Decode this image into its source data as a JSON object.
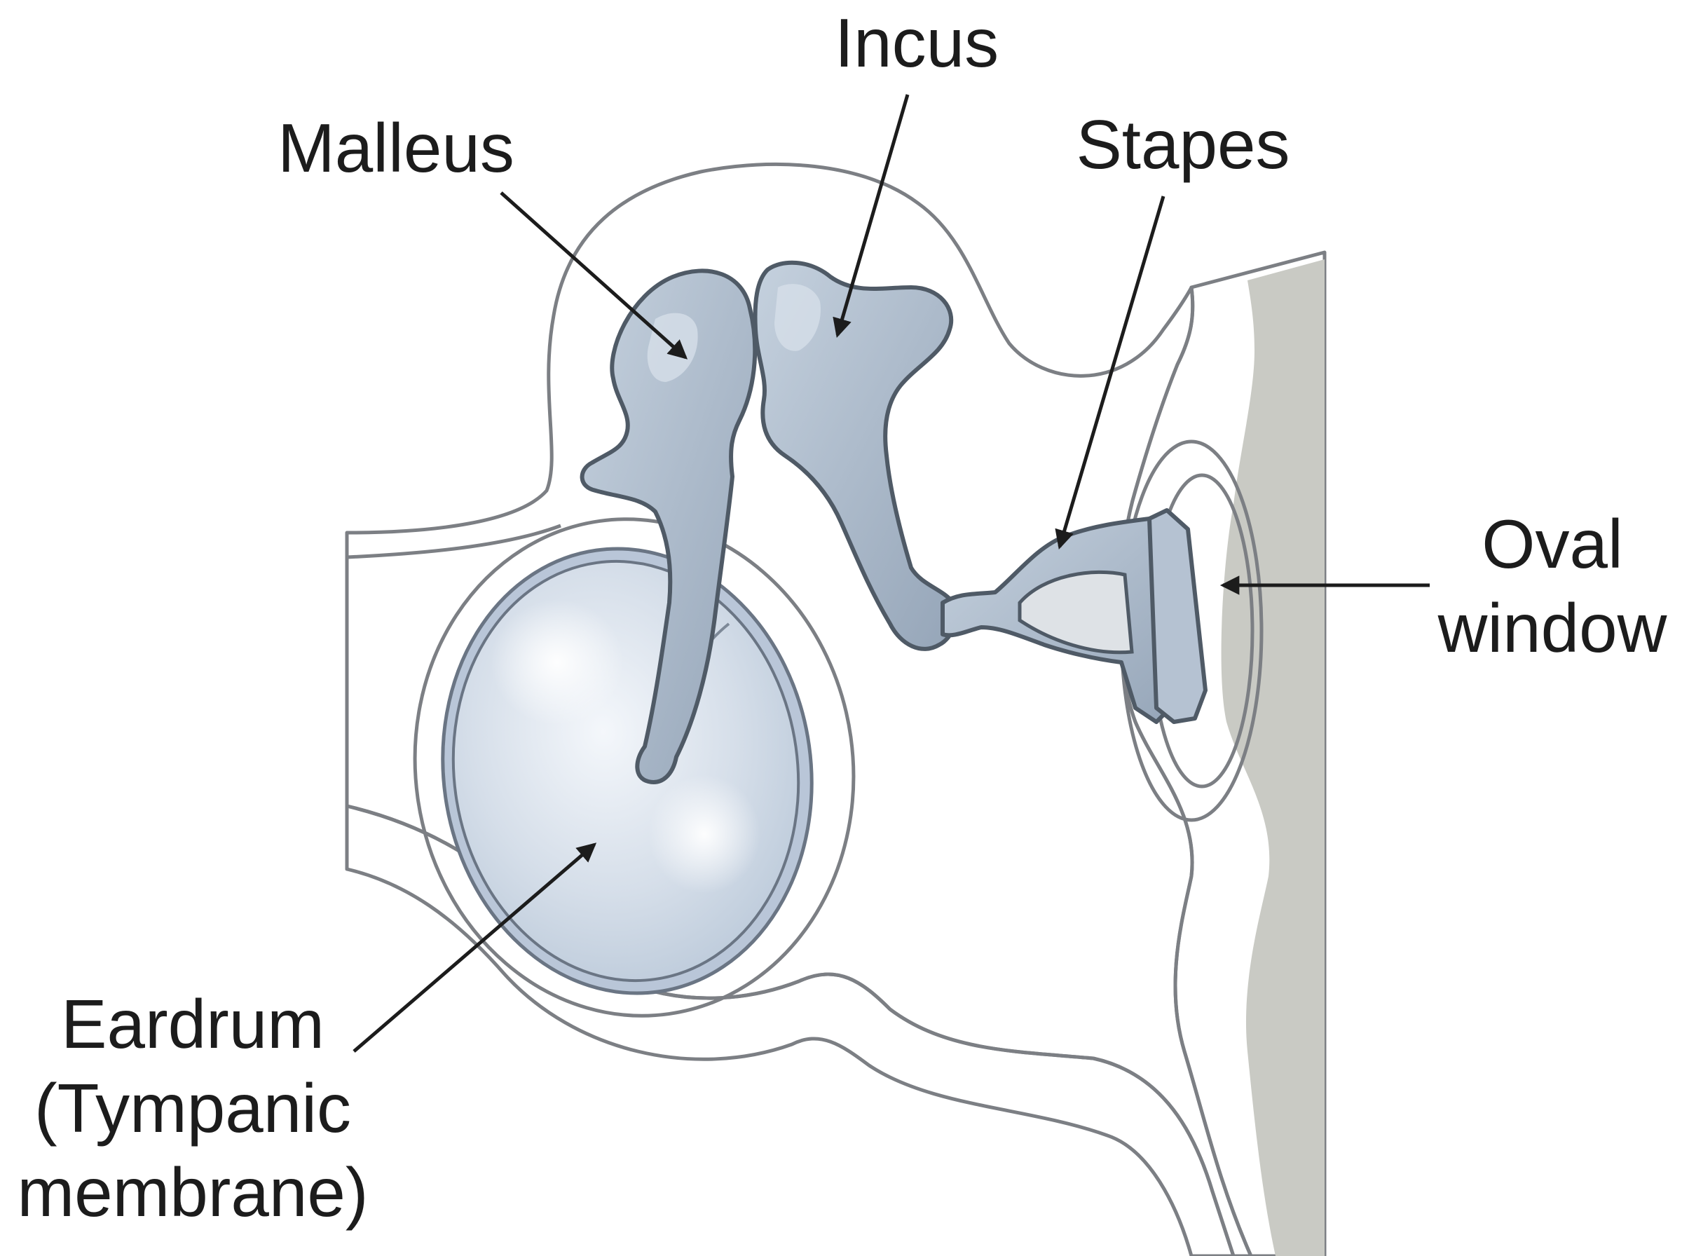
{
  "labels": {
    "malleus": "Malleus",
    "incus": "Incus",
    "stapes": "Stapes",
    "oval_window_line1": "Oval",
    "oval_window_line2": "window",
    "eardrum_line1": "Eardrum",
    "eardrum_line2": "(Tympanic",
    "eardrum_line3": "membrane)"
  },
  "colors": {
    "cavity": "#dee2e6",
    "wall": "#e8e9e4",
    "wall_shadow": "#c9cac4",
    "bone": "#a9b7c7",
    "bone_highlight": "#d6dee8",
    "eardrum": "#ced9e6",
    "eardrum_rim": "#b9c6d8",
    "window_dark": "#9c9d97",
    "label_text": "#1c1c1c"
  }
}
